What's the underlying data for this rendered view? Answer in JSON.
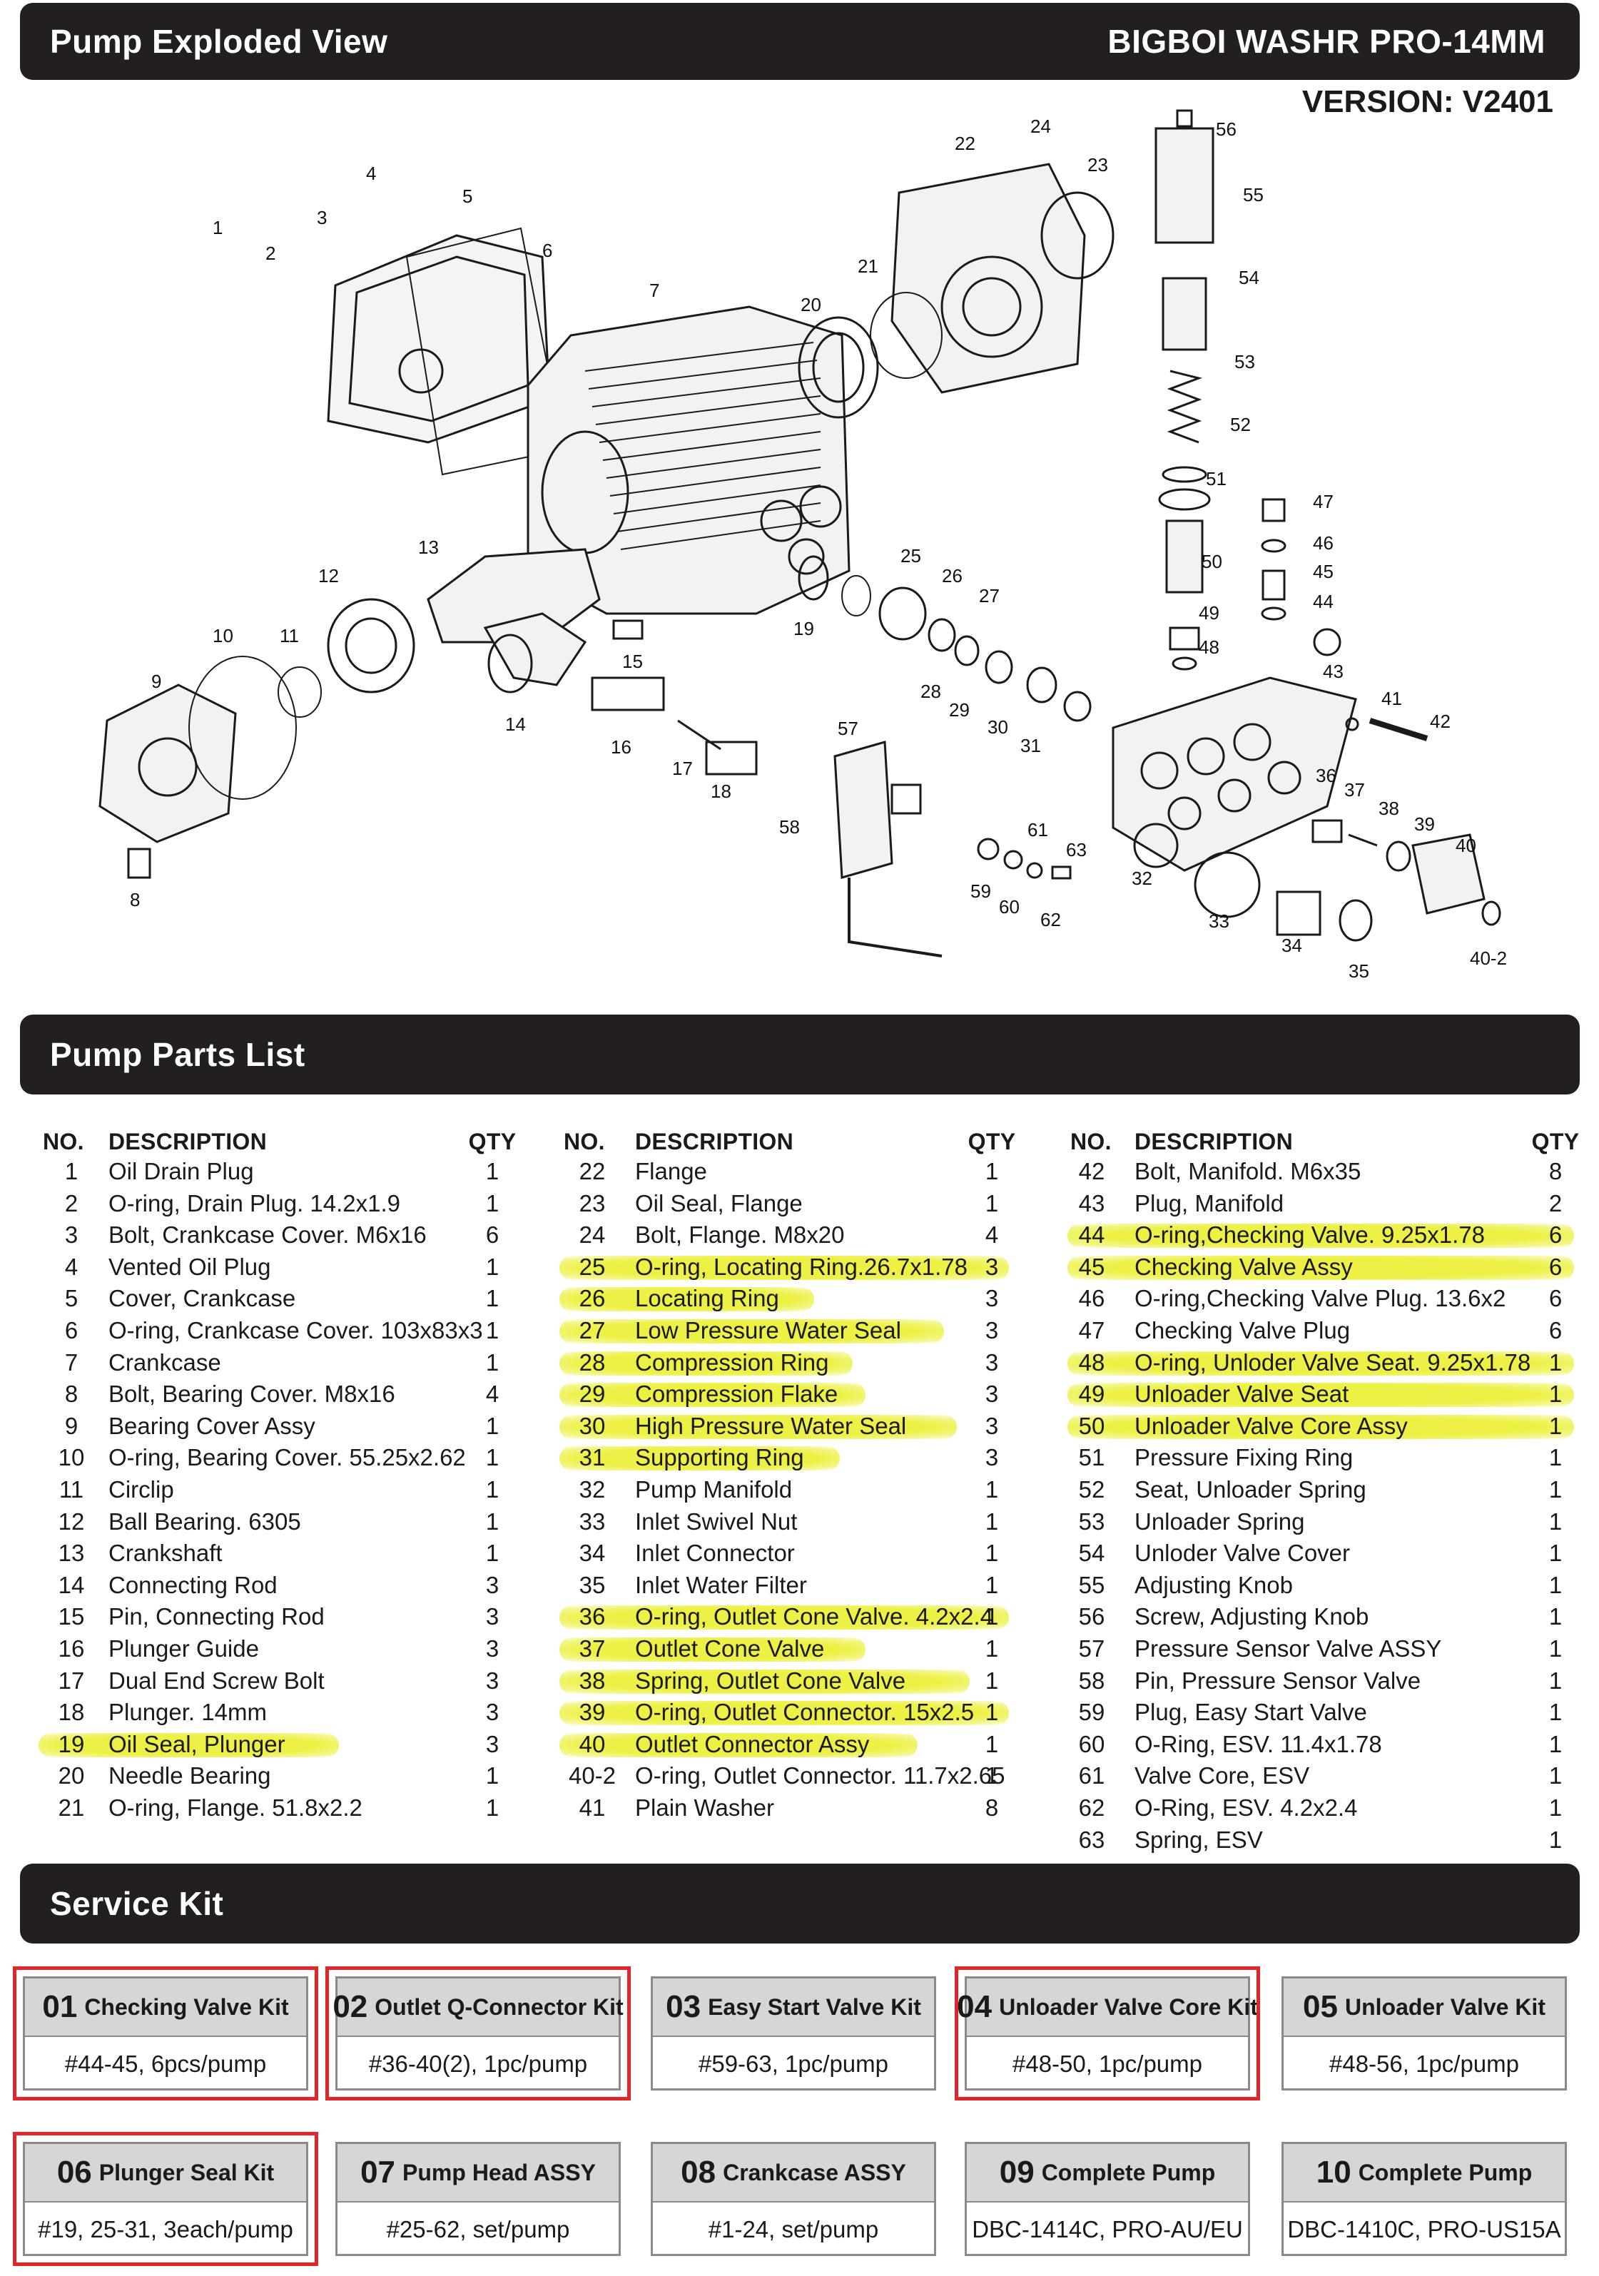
{
  "header": {
    "title": "Pump Exploded View",
    "model": "BIGBOI WASHR PRO-14MM",
    "version": "VERSION: V2401"
  },
  "diagram": {
    "callouts": [
      "1",
      "2",
      "3",
      "4",
      "5",
      "6",
      "7",
      "8",
      "9",
      "10",
      "11",
      "12",
      "13",
      "14",
      "15",
      "16",
      "17",
      "18",
      "19",
      "20",
      "21",
      "22",
      "23",
      "24",
      "25",
      "26",
      "27",
      "28",
      "29",
      "30",
      "31",
      "32",
      "33",
      "34",
      "35",
      "36",
      "37",
      "38",
      "39",
      "40",
      "40-2",
      "41",
      "42",
      "43",
      "44",
      "45",
      "46",
      "47",
      "48",
      "49",
      "50",
      "51",
      "52",
      "53",
      "54",
      "55",
      "56",
      "57",
      "58",
      "59",
      "60",
      "61",
      "62",
      "63"
    ]
  },
  "parts_list": {
    "title": "Pump Parts List",
    "headers": {
      "no": "NO.",
      "description": "DESCRIPTION",
      "qty": "QTY"
    },
    "highlight_color": "#ecf03c",
    "columns": [
      [
        {
          "no": "1",
          "desc": "Oil Drain Plug",
          "qty": "1",
          "hl": false
        },
        {
          "no": "2",
          "desc": "O-ring, Drain Plug. 14.2x1.9",
          "qty": "1",
          "hl": false
        },
        {
          "no": "3",
          "desc": "Bolt, Crankcase Cover. M6x16",
          "qty": "6",
          "hl": false
        },
        {
          "no": "4",
          "desc": "Vented Oil Plug",
          "qty": "1",
          "hl": false
        },
        {
          "no": "5",
          "desc": "Cover, Crankcase",
          "qty": "1",
          "hl": false
        },
        {
          "no": "6",
          "desc": "O-ring, Crankcase Cover. 103x83x3",
          "qty": "1",
          "hl": false
        },
        {
          "no": "7",
          "desc": "Crankcase",
          "qty": "1",
          "hl": false
        },
        {
          "no": "8",
          "desc": "Bolt, Bearing Cover. M8x16",
          "qty": "4",
          "hl": false
        },
        {
          "no": "9",
          "desc": "Bearing Cover Assy",
          "qty": "1",
          "hl": false
        },
        {
          "no": "10",
          "desc": "O-ring, Bearing Cover. 55.25x2.62",
          "qty": "1",
          "hl": false
        },
        {
          "no": "11",
          "desc": "Circlip",
          "qty": "1",
          "hl": false
        },
        {
          "no": "12",
          "desc": "Ball Bearing. 6305",
          "qty": "1",
          "hl": false
        },
        {
          "no": "13",
          "desc": "Crankshaft",
          "qty": "1",
          "hl": false
        },
        {
          "no": "14",
          "desc": "Connecting Rod",
          "qty": "3",
          "hl": false
        },
        {
          "no": "15",
          "desc": "Pin, Connecting Rod",
          "qty": "3",
          "hl": false
        },
        {
          "no": "16",
          "desc": "Plunger Guide",
          "qty": "3",
          "hl": false
        },
        {
          "no": "17",
          "desc": "Dual End Screw Bolt",
          "qty": "3",
          "hl": false
        },
        {
          "no": "18",
          "desc": "Plunger. 14mm",
          "qty": "3",
          "hl": false
        },
        {
          "no": "19",
          "desc": "Oil Seal, Plunger",
          "qty": "3",
          "hl": true
        },
        {
          "no": "20",
          "desc": "Needle Bearing",
          "qty": "1",
          "hl": false
        },
        {
          "no": "21",
          "desc": "O-ring, Flange. 51.8x2.2",
          "qty": "1",
          "hl": false
        }
      ],
      [
        {
          "no": "22",
          "desc": "Flange",
          "qty": "1",
          "hl": false
        },
        {
          "no": "23",
          "desc": "Oil Seal, Flange",
          "qty": "1",
          "hl": false
        },
        {
          "no": "24",
          "desc": "Bolt, Flange. M8x20",
          "qty": "4",
          "hl": false
        },
        {
          "no": "25",
          "desc": "O-ring, Locating Ring.26.7x1.78",
          "qty": "3",
          "hl": true
        },
        {
          "no": "26",
          "desc": "Locating Ring",
          "qty": "3",
          "hl": true
        },
        {
          "no": "27",
          "desc": "Low Pressure Water Seal",
          "qty": "3",
          "hl": true
        },
        {
          "no": "28",
          "desc": "Compression Ring",
          "qty": "3",
          "hl": true
        },
        {
          "no": "29",
          "desc": "Compression Flake",
          "qty": "3",
          "hl": true
        },
        {
          "no": "30",
          "desc": "High Pressure Water Seal",
          "qty": "3",
          "hl": true
        },
        {
          "no": "31",
          "desc": "Supporting Ring",
          "qty": "3",
          "hl": true
        },
        {
          "no": "32",
          "desc": "Pump Manifold",
          "qty": "1",
          "hl": false
        },
        {
          "no": "33",
          "desc": "Inlet Swivel Nut",
          "qty": "1",
          "hl": false
        },
        {
          "no": "34",
          "desc": "Inlet Connector",
          "qty": "1",
          "hl": false
        },
        {
          "no": "35",
          "desc": "Inlet Water Filter",
          "qty": "1",
          "hl": false
        },
        {
          "no": "36",
          "desc": "O-ring, Outlet Cone Valve. 4.2x2.4",
          "qty": "1",
          "hl": true
        },
        {
          "no": "37",
          "desc": "Outlet Cone Valve",
          "qty": "1",
          "hl": true
        },
        {
          "no": "38",
          "desc": "Spring, Outlet Cone Valve",
          "qty": "1",
          "hl": true
        },
        {
          "no": "39",
          "desc": "O-ring, Outlet Connector. 15x2.5",
          "qty": "1",
          "hl": true
        },
        {
          "no": "40",
          "desc": "Outlet Connector Assy",
          "qty": "1",
          "hl": true
        },
        {
          "no": "40-2",
          "desc": "O-ring, Outlet Connector. 11.7x2.65",
          "qty": "1",
          "hl": false
        },
        {
          "no": "41",
          "desc": "Plain Washer",
          "qty": "8",
          "hl": false
        }
      ],
      [
        {
          "no": "42",
          "desc": "Bolt, Manifold. M6x35",
          "qty": "8",
          "hl": false
        },
        {
          "no": "43",
          "desc": "Plug, Manifold",
          "qty": "2",
          "hl": false
        },
        {
          "no": "44",
          "desc": "O-ring,Checking Valve. 9.25x1.78",
          "qty": "6",
          "hl": true
        },
        {
          "no": "45",
          "desc": "Checking Valve Assy",
          "qty": "6",
          "hl": true
        },
        {
          "no": "46",
          "desc": "O-ring,Checking Valve Plug. 13.6x2",
          "qty": "6",
          "hl": false
        },
        {
          "no": "47",
          "desc": "Checking Valve Plug",
          "qty": "6",
          "hl": false
        },
        {
          "no": "48",
          "desc": "O-ring, Unloder Valve Seat. 9.25x1.78",
          "qty": "1",
          "hl": true
        },
        {
          "no": "49",
          "desc": "Unloader Valve Seat",
          "qty": "1",
          "hl": true
        },
        {
          "no": "50",
          "desc": "Unloader Valve Core Assy",
          "qty": "1",
          "hl": true
        },
        {
          "no": "51",
          "desc": "Pressure Fixing Ring",
          "qty": "1",
          "hl": false
        },
        {
          "no": "52",
          "desc": "Seat, Unloader Spring",
          "qty": "1",
          "hl": false
        },
        {
          "no": "53",
          "desc": "Unloader Spring",
          "qty": "1",
          "hl": false
        },
        {
          "no": "54",
          "desc": "Unloder Valve Cover",
          "qty": "1",
          "hl": false
        },
        {
          "no": "55",
          "desc": "Adjusting Knob",
          "qty": "1",
          "hl": false
        },
        {
          "no": "56",
          "desc": "Screw, Adjusting Knob",
          "qty": "1",
          "hl": false
        },
        {
          "no": "57",
          "desc": "Pressure Sensor Valve ASSY",
          "qty": "1",
          "hl": false
        },
        {
          "no": "58",
          "desc": "Pin, Pressure Sensor Valve",
          "qty": "1",
          "hl": false
        },
        {
          "no": "59",
          "desc": "Plug, Easy Start Valve",
          "qty": "1",
          "hl": false
        },
        {
          "no": "60",
          "desc": "O-Ring, ESV. 11.4x1.78",
          "qty": "1",
          "hl": false
        },
        {
          "no": "61",
          "desc": "Valve Core, ESV",
          "qty": "1",
          "hl": false
        },
        {
          "no": "62",
          "desc": "O-Ring, ESV. 4.2x2.4",
          "qty": "1",
          "hl": false
        },
        {
          "no": "63",
          "desc": "Spring, ESV",
          "qty": "1",
          "hl": false
        }
      ]
    ]
  },
  "service_kit": {
    "title": "Service Kit",
    "frame_color": "#e0262a",
    "kits": [
      {
        "num": "01",
        "name": "Checking Valve Kit",
        "desc": "#44-45, 6pcs/pump",
        "boxed": true
      },
      {
        "num": "02",
        "name": "Outlet Q-Connector Kit",
        "desc": "#36-40(2), 1pc/pump",
        "boxed": true
      },
      {
        "num": "03",
        "name": "Easy Start Valve Kit",
        "desc": "#59-63, 1pc/pump",
        "boxed": false
      },
      {
        "num": "04",
        "name": "Unloader Valve Core Kit",
        "desc": "#48-50, 1pc/pump",
        "boxed": true
      },
      {
        "num": "05",
        "name": "Unloader Valve Kit",
        "desc": "#48-56, 1pc/pump",
        "boxed": false
      },
      {
        "num": "06",
        "name": "Plunger Seal Kit",
        "desc": "#19, 25-31, 3each/pump",
        "boxed": true
      },
      {
        "num": "07",
        "name": "Pump Head ASSY",
        "desc": "#25-62, set/pump",
        "boxed": false
      },
      {
        "num": "08",
        "name": "Crankcase ASSY",
        "desc": "#1-24, set/pump",
        "boxed": false
      },
      {
        "num": "09",
        "name": "Complete Pump",
        "desc": "DBC-1414C, PRO-AU/EU",
        "boxed": false
      },
      {
        "num": "10",
        "name": "Complete Pump",
        "desc": "DBC-1410C, PRO-US15A",
        "boxed": false
      }
    ]
  }
}
